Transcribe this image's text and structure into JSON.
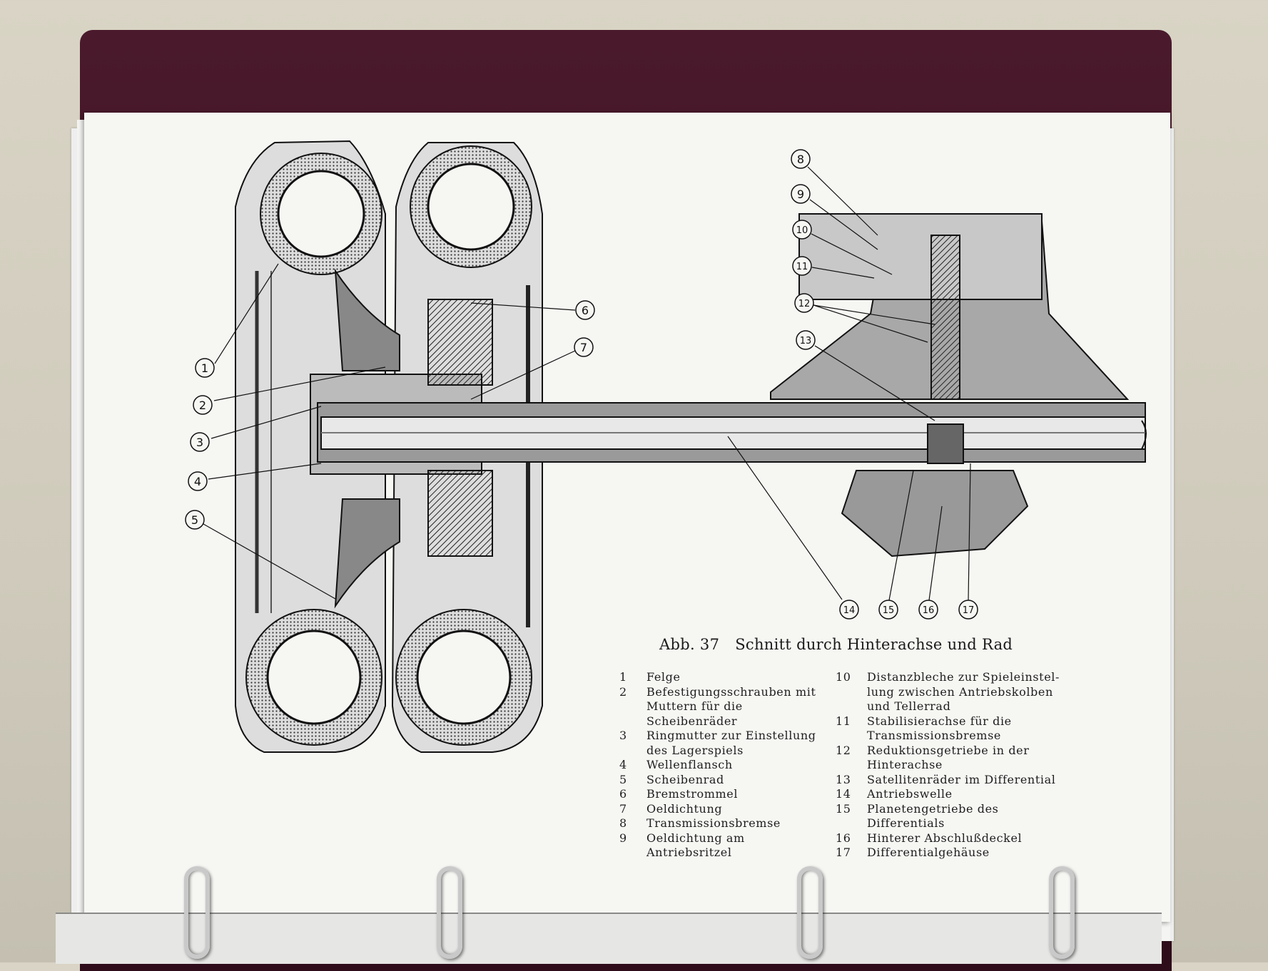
{
  "figure": {
    "caption_number": "Abb. 37",
    "caption_title": "Schnitt durch Hinterachse und Rad",
    "callouts": [
      "1",
      "2",
      "3",
      "4",
      "5",
      "6",
      "7",
      "8",
      "9",
      "10",
      "11",
      "12",
      "13",
      "14",
      "15",
      "16",
      "17"
    ]
  },
  "legend_left": [
    {
      "num": "1",
      "text": "Felge"
    },
    {
      "num": "2",
      "text": "Befestigungsschrauben mit\nMuttern für die Scheibenräder"
    },
    {
      "num": "3",
      "text": "Ringmutter zur Einstellung\ndes Lagerspiels"
    },
    {
      "num": "4",
      "text": "Wellenflansch"
    },
    {
      "num": "5",
      "text": "Scheibenrad"
    },
    {
      "num": "6",
      "text": "Bremstrommel"
    },
    {
      "num": "7",
      "text": "Oeldichtung"
    },
    {
      "num": "8",
      "text": "Transmissionsbremse"
    },
    {
      "num": "9",
      "text": "Oeldichtung am Antriebsritzel"
    }
  ],
  "legend_right": [
    {
      "num": "10",
      "text": "Distanzbleche zur Spieleinstel-\nlung zwischen Antriebskolben\nund Tellerrad"
    },
    {
      "num": "11",
      "text": "Stabilisierachse für die\nTransmissionsbremse"
    },
    {
      "num": "12",
      "text": "Reduktionsgetriebe in der\nHinterachse"
    },
    {
      "num": "13",
      "text": "Satellitenräder im Differential"
    },
    {
      "num": "14",
      "text": "Antriebswelle"
    },
    {
      "num": "15",
      "text": "Planetengetriebe des\nDifferentials"
    },
    {
      "num": "16",
      "text": "Hinterer Abschlußdeckel"
    },
    {
      "num": "17",
      "text": "Differentialgehäuse"
    }
  ]
}
